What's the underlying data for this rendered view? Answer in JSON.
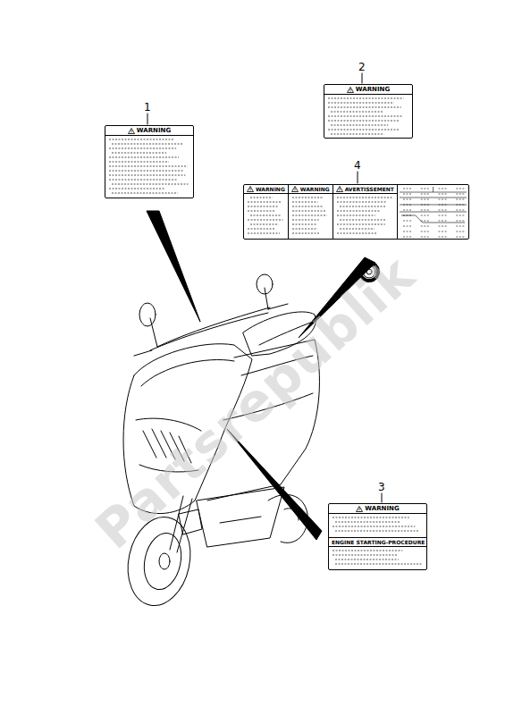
{
  "diagram": {
    "nodes": [
      {
        "text": [
          "WARNING"
        ]
      },
      {
        "text": [
          "WARNING"
        ]
      },
      {
        "text": [
          "WARNING",
          "WARNING",
          "AVERTISSEMENT"
        ]
      },
      {
        "text": [
          "WARNING",
          "ENGINE STARTING-PROCEDURE"
        ]
      }
    ],
    "labels": [
      "1",
      "2",
      "4",
      "3",
      "Partsrepublik"
    ]
  }
}
